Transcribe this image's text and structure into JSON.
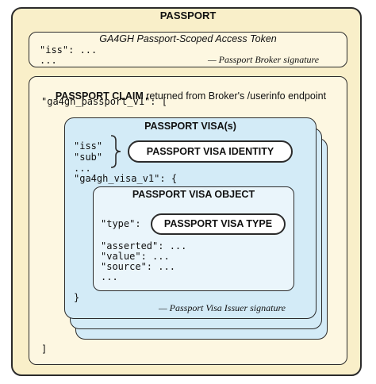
{
  "passport": {
    "title": "PASSPORT",
    "token": {
      "title": "GA4GH Passport-Scoped Access Token",
      "iss_line": "\"iss\": ...",
      "ellipsis": "...",
      "signature": "— Passport Broker signature"
    },
    "claim": {
      "title_bold": "PASSPORT CLAIM",
      "title_rest": " returned from Broker's /userinfo endpoint",
      "open_line": "\"ga4gh_passport_v1\": [",
      "close_line": "]",
      "visa": {
        "title": "PASSPORT VISA(s)",
        "iss": "\"iss\"",
        "sub": "\"sub\"",
        "ellipsis": "...",
        "identity_label": "PASSPORT VISA IDENTITY",
        "visa_v1_line": "\"ga4gh_visa_v1\": {",
        "close_brace": "}",
        "signature": "— Passport Visa Issuer signature",
        "object": {
          "title": "PASSPORT VISA OBJECT",
          "type_key": "\"type\":",
          "type_label": "PASSPORT VISA TYPE",
          "asserted": "\"asserted\": ...",
          "value": "\"value\": ...",
          "source": "\"source\": ...",
          "ellipsis": "..."
        }
      }
    }
  }
}
